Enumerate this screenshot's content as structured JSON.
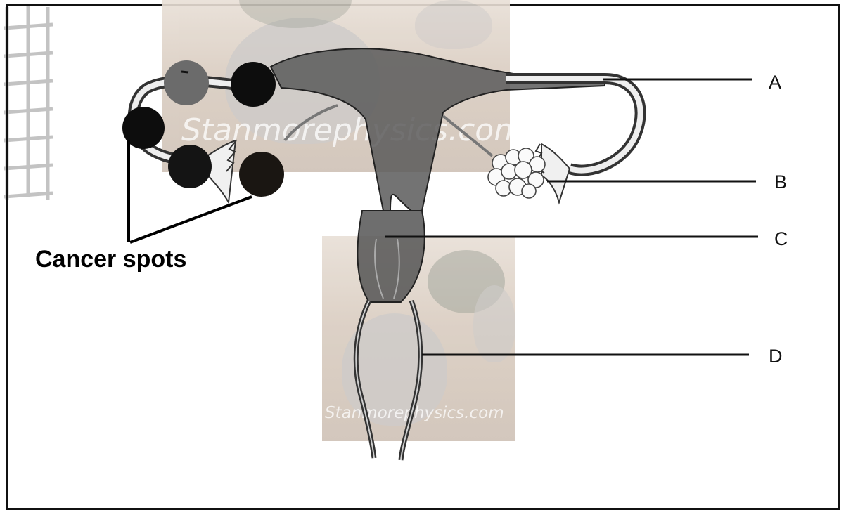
{
  "labels": {
    "a": "A",
    "b": "B",
    "c": "C",
    "d": "D"
  },
  "cancer_label": "Cancer spots",
  "watermarks": {
    "top": "Stanmorephysics.com",
    "bottom": "Stanmorephysics.com"
  },
  "colors": {
    "organ_gray": "#5e5e5e",
    "spot_dark": "#0d0d0d",
    "spot_gray": "#6b6b6b",
    "line": "#111111"
  }
}
